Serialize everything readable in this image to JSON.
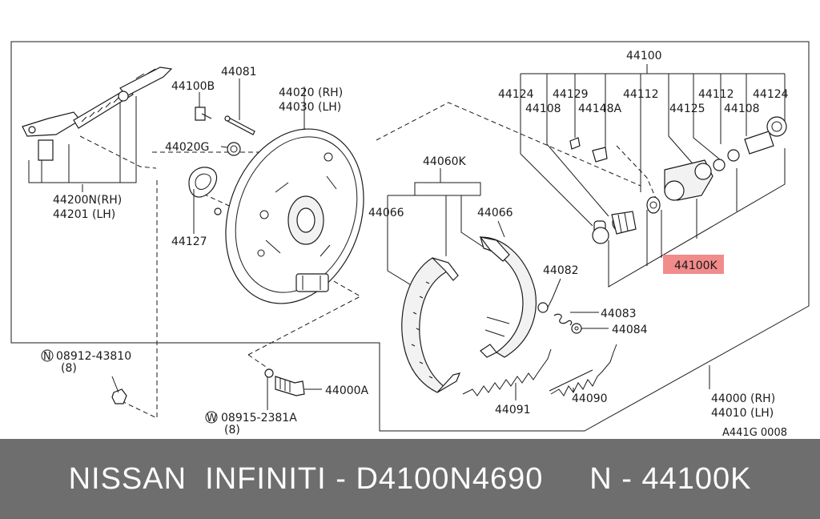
{
  "diagram": {
    "labels": {
      "p44100": "44100",
      "p44124a": "44124",
      "p44129": "44129",
      "p44112a": "44112",
      "p44112b": "44112",
      "p44124b": "44124",
      "p44108a": "44108",
      "p44148A": "44148A",
      "p44125": "44125",
      "p44108b": "44108",
      "p44081": "44081",
      "p44100B": "44100B",
      "p44020rh": "44020 (RH)",
      "p44030lh": "44030 (LH)",
      "p44020G": "44020G",
      "p44200N": "44200N(RH)",
      "p44201": "44201  (LH)",
      "p44127": "44127",
      "p44060K": "44060K",
      "p44066a": "44066",
      "p44066b": "44066",
      "p44100K": "44100K",
      "p44082": "44082",
      "p44083": "44083",
      "p44084": "44084",
      "p08912": "08912-43810",
      "p08912qty": "(8)",
      "p08912prefix": "N",
      "p44000A": "44000A",
      "p08915": "08915-2381A",
      "p08915qty": "(8)",
      "p08915prefix": "W",
      "p44091": "44091",
      "p44090": "44090",
      "p44000rh": "44000 (RH)",
      "p44010lh": "44010 (LH)",
      "figure_code": "A441G 0008"
    },
    "highlight_color": "#f28b8b"
  },
  "footer": {
    "text": "NISSAN  INFINITI - D4100N4690     N - 44100K",
    "background": "#6e6e6e",
    "text_color": "#ffffff"
  }
}
